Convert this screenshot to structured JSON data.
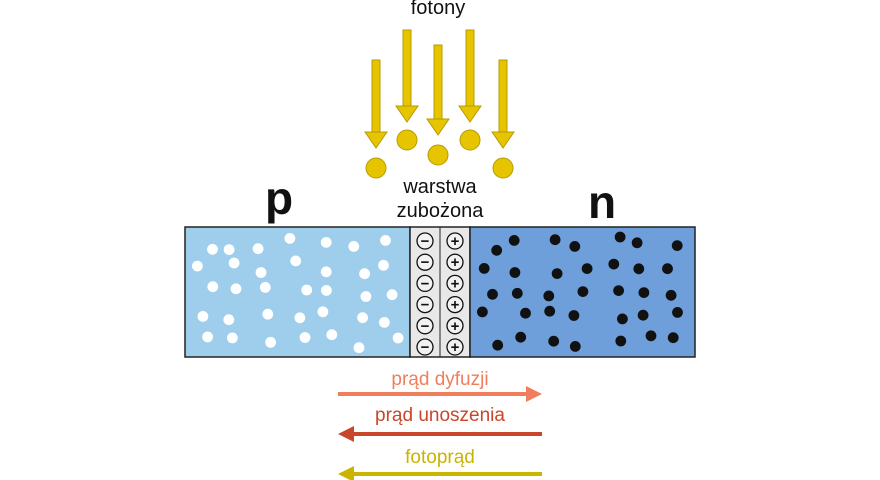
{
  "labels": {
    "photons": "fotony",
    "depletion_line1": "warstwa",
    "depletion_line2": "zubożona",
    "p_region": "p",
    "n_region": "n",
    "diffusion_current": "prąd dyfuzji",
    "drift_current": "prąd unoszenia",
    "photocurrent": "fotoprąd"
  },
  "signs": {
    "negative": "−",
    "positive": "+"
  },
  "colors": {
    "photon": "#e6c400",
    "photon_stroke": "#b89b00",
    "p_region": "#9fcdec",
    "n_region": "#6e9fdb",
    "depletion": "#e8e8e8",
    "diffusion_arrow": "#ef7e5d",
    "drift_arrow": "#c8462a",
    "photocurrent_arrow": "#c9b400"
  }
}
